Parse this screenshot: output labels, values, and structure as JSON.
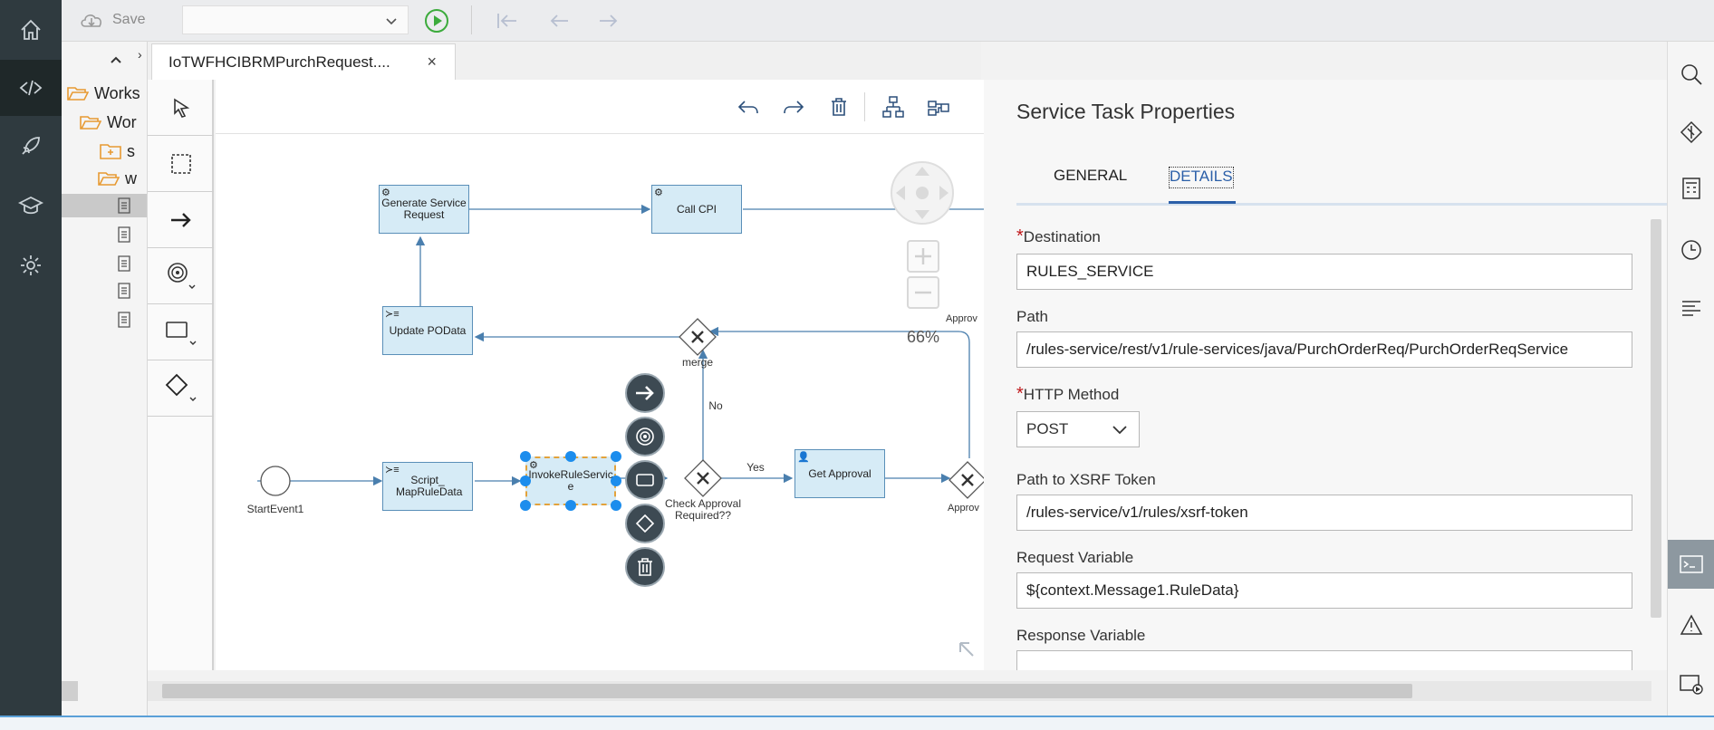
{
  "toolbar": {
    "save_label": "Save",
    "model_select_value": "",
    "icons": [
      "cloud-save-icon",
      "run-icon",
      "back-to-start-icon",
      "back-icon",
      "forward-icon"
    ]
  },
  "left_rail": {
    "items": [
      "home-icon",
      "code-icon",
      "rocket-icon",
      "learning-icon",
      "settings-icon"
    ],
    "active": "code-icon"
  },
  "tree": {
    "rows": [
      {
        "label": "Works",
        "type": "folder"
      },
      {
        "label": "Wor",
        "type": "folder"
      },
      {
        "label": "s",
        "type": "folder"
      },
      {
        "label": "w",
        "type": "folder"
      },
      {
        "label": "",
        "type": "file"
      },
      {
        "label": "",
        "type": "file"
      },
      {
        "label": "",
        "type": "file"
      },
      {
        "label": "",
        "type": "file"
      },
      {
        "label": "",
        "type": "file"
      }
    ]
  },
  "editor_tab": {
    "label": "IoTWFHCIBRMPurchRequest....",
    "close": "×"
  },
  "palette": {
    "items": [
      "lasso-select-icon",
      "marquee-select-icon",
      "sequence-flow-icon",
      "events-icon",
      "activities-icon",
      "gateways-icon"
    ]
  },
  "canvas": {
    "tools": [
      "undo-icon",
      "redo-icon",
      "delete-icon",
      "auto-layout-icon",
      "align-icon"
    ],
    "zoom_level": "66%",
    "nodes": {
      "generate_service_request": "Generate Service Request",
      "call_cpi": "Call CPI",
      "update_podata": "Update POData",
      "script_maprule": "Script_ MapRuleData",
      "invoke_rule_service": "InvokeRuleService",
      "get_approval": "Get Approval"
    },
    "labels": {
      "start_event": "StartEvent1",
      "merge": "merge",
      "check_approval": "Check Approval Required??",
      "no": "No",
      "yes": "Yes",
      "approved_top": "Approv",
      "approved_bottom": "Approv"
    }
  },
  "properties": {
    "title": "Service Task Properties",
    "tabs": {
      "general": "GENERAL",
      "details": "DETAILS"
    },
    "active_tab": "DETAILS",
    "fields": {
      "destination_label": "Destination",
      "destination_value": "RULES_SERVICE",
      "path_label": "Path",
      "path_value": "/rules-service/rest/v1/rule-services/java/PurchOrderReq/PurchOrderReqService",
      "http_method_label": "HTTP Method",
      "http_method_value": "POST",
      "xsrf_label": "Path to XSRF Token",
      "xsrf_value": "/rules-service/v1/rules/xsrf-token",
      "request_label": "Request Variable",
      "request_value": "${context.Message1.RuleData}",
      "response_label": "Response Variable"
    }
  },
  "right_rail": {
    "items": [
      "search-icon",
      "git-icon",
      "calculator-icon",
      "history-icon",
      "outline-icon",
      "console-icon",
      "problems-icon",
      "debugger-icon"
    ],
    "active": "console-icon"
  }
}
